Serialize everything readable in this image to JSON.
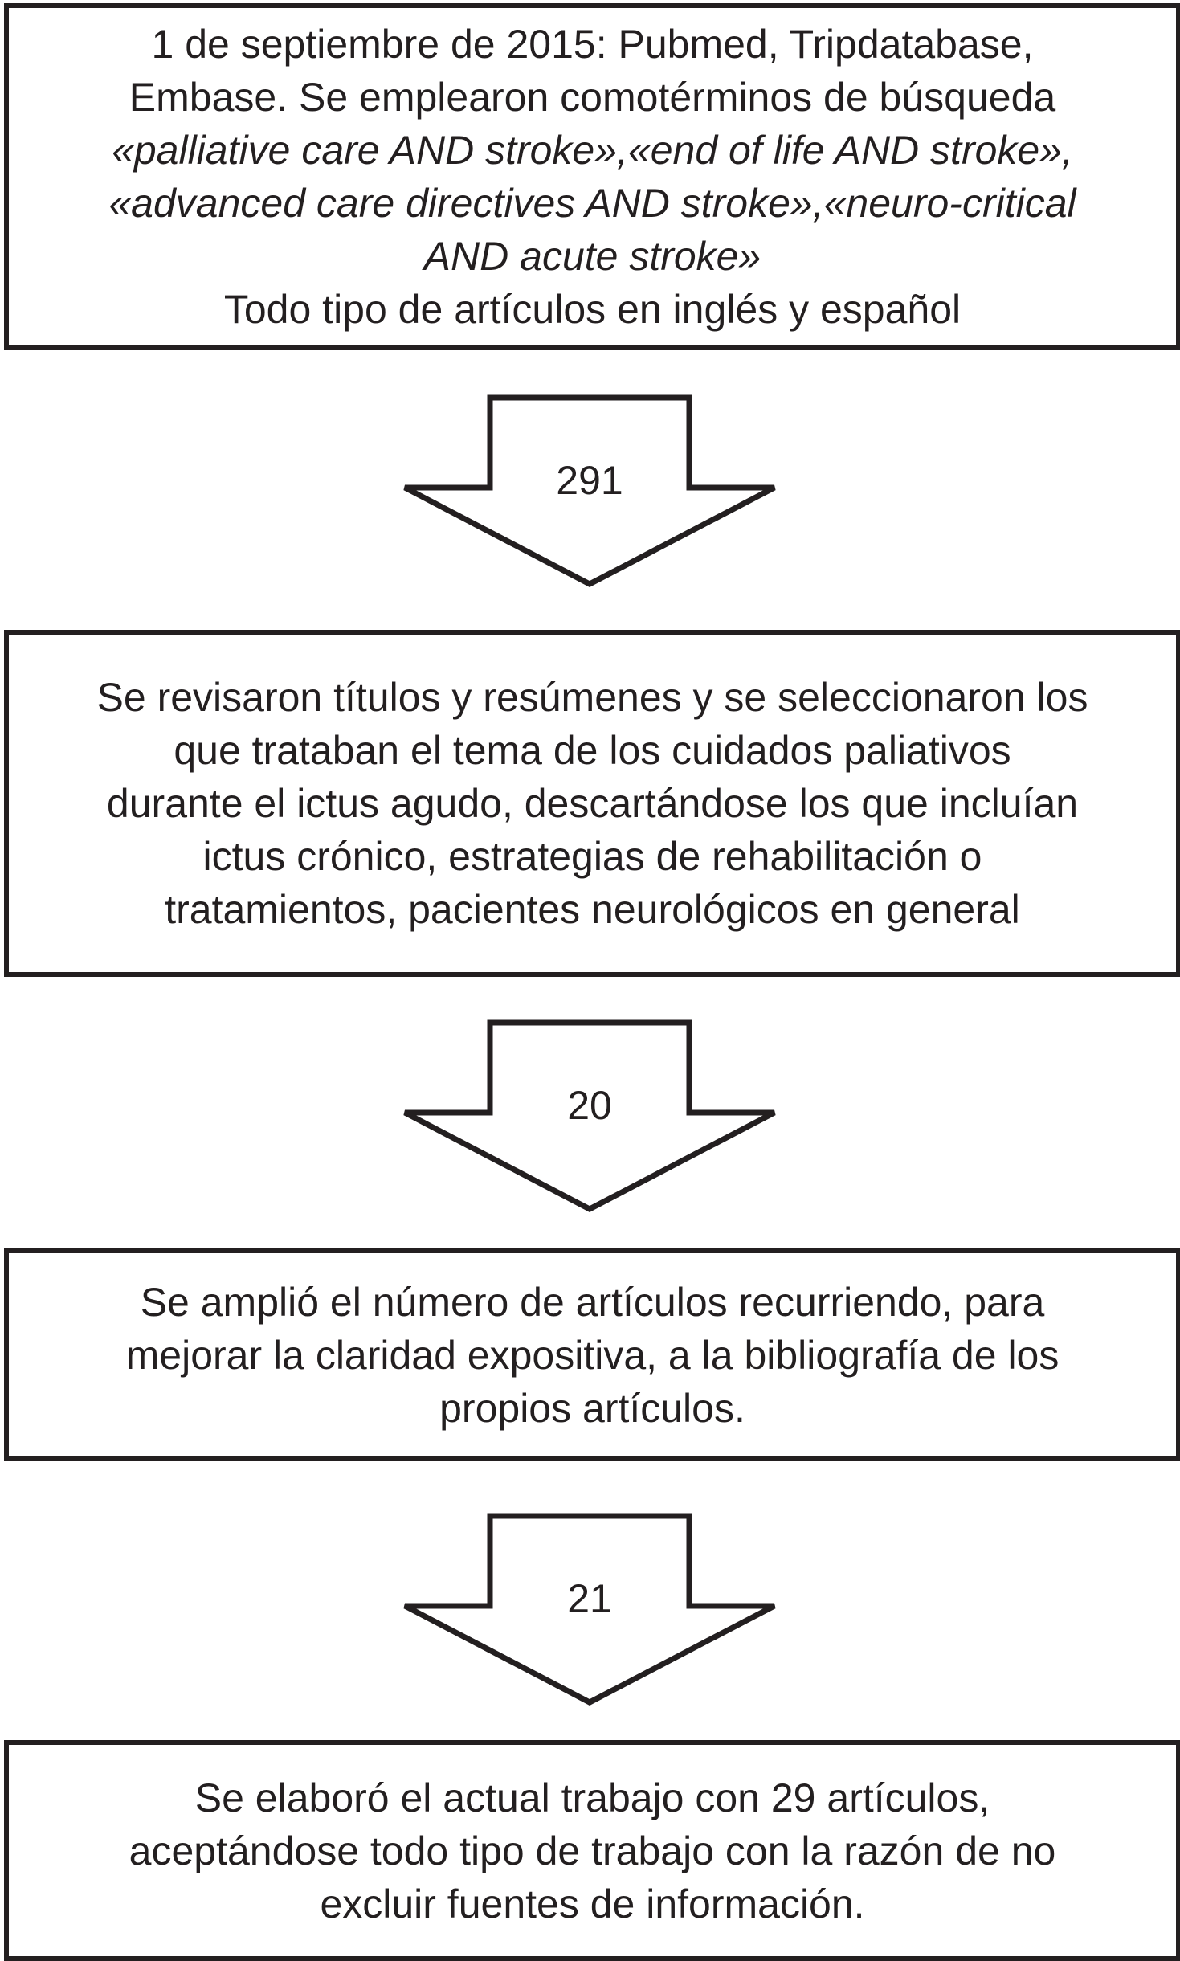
{
  "boxes": [
    {
      "lines": [
        {
          "text": "1 de septiembre de 2015: Pubmed, Tripdatabase,",
          "italic": false
        },
        {
          "text": "Embase. Se emplearon comotérminos de búsqueda",
          "italic": false
        },
        {
          "text": "«palliative care AND stroke»,«end of life AND stroke»,",
          "italic": true
        },
        {
          "text": "«advanced care directives AND stroke»,«neuro-critical",
          "italic": true
        },
        {
          "text": "AND acute stroke»",
          "italic": true
        },
        {
          "text": "Todo tipo de artículos en inglés y español",
          "italic": false
        }
      ]
    },
    {
      "lines": [
        {
          "text": "Se revisaron títulos y resúmenes y se seleccionaron los"
        },
        {
          "text": "que trataban el tema de los cuidados paliativos"
        },
        {
          "text": "durante el ictus agudo, descartándose los que incluían"
        },
        {
          "text": "ictus crónico, estrategias de rehabilitación o"
        },
        {
          "text": "tratamientos, pacientes neurológicos en general"
        }
      ]
    },
    {
      "lines": [
        {
          "text": "Se amplió el número de artículos recurriendo, para"
        },
        {
          "text": "mejorar la claridad expositiva, a la bibliografía de los"
        },
        {
          "text": "propios artículos."
        }
      ]
    },
    {
      "lines": [
        {
          "text": "Se elaboró el actual trabajo con 29 artículos,"
        },
        {
          "text": "aceptándose todo tipo de trabajo con la razón de no"
        },
        {
          "text": "excluir fuentes de información."
        }
      ]
    }
  ],
  "arrows": [
    {
      "label": "291"
    },
    {
      "label": "20"
    },
    {
      "label": "21"
    }
  ],
  "colors": {
    "stroke": "#231f20",
    "background": "#ffffff"
  }
}
